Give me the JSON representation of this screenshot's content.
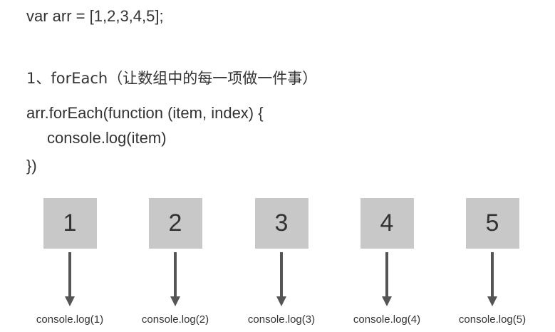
{
  "code": {
    "declaration": "var arr = [1,2,3,4,5];",
    "heading": "1、forEach（让数组中的每一项做一件事）",
    "line1": "arr.forEach(function (item, index) {",
    "line2": "console.log(item)",
    "line3": "})"
  },
  "items": [
    {
      "value": "1",
      "log": "console.log(1)"
    },
    {
      "value": "2",
      "log": "console.log(2)"
    },
    {
      "value": "3",
      "log": "console.log(3)"
    },
    {
      "value": "4",
      "log": "console.log(4)"
    },
    {
      "value": "5",
      "log": "console.log(5)"
    }
  ],
  "colors": {
    "box_fill": "#c8c8c8",
    "arrow": "#555555",
    "text": "#333333"
  }
}
